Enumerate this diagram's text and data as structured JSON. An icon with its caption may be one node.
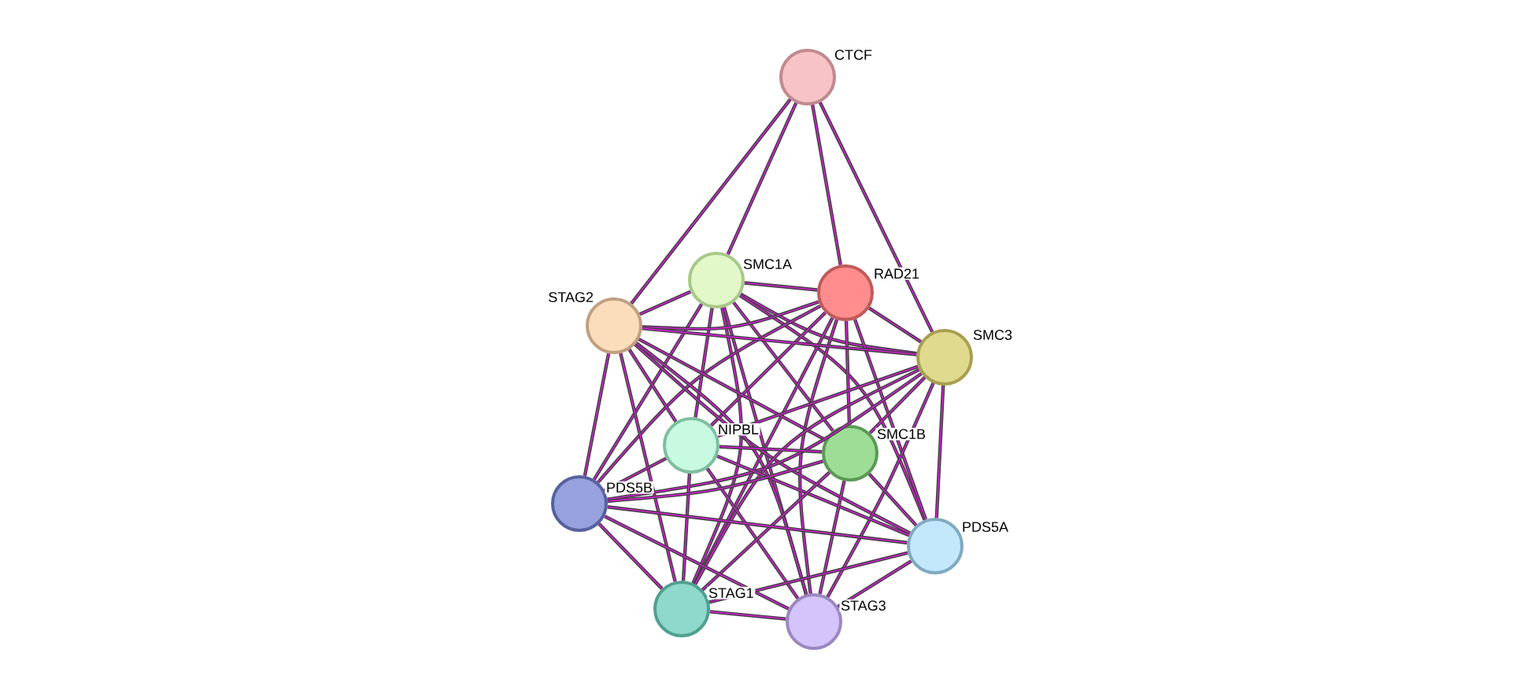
{
  "diagram": {
    "nodes": [
      {
        "text": [
          "CTCF"
        ]
      },
      {
        "text": [
          "SMC1A"
        ]
      },
      {
        "text": [
          "RAD21"
        ]
      },
      {
        "text": [
          "STAG2"
        ]
      },
      {
        "text": [
          "SMC3"
        ]
      },
      {
        "text": [
          "NIPBL"
        ]
      },
      {
        "text": [
          "SMC1B"
        ]
      },
      {
        "text": [
          "PDS5B"
        ]
      },
      {
        "text": [
          "PDS5A"
        ]
      },
      {
        "text": [
          "STAG1"
        ]
      },
      {
        "text": [
          "STAG3"
        ]
      }
    ],
    "edges": [
      {
        "from": 0,
        "to": 3,
        "arrow": "none"
      },
      {
        "from": 0,
        "to": 1,
        "arrow": "none"
      },
      {
        "from": 0,
        "to": 2,
        "arrow": "none"
      },
      {
        "from": 0,
        "to": 4,
        "arrow": "none"
      },
      {
        "from": 1,
        "to": 2,
        "arrow": "none"
      },
      {
        "from": 1,
        "to": 3,
        "arrow": "none"
      },
      {
        "from": 1,
        "to": 4,
        "arrow": "none"
      },
      {
        "from": 1,
        "to": 5,
        "arrow": "none"
      },
      {
        "from": 1,
        "to": 6,
        "arrow": "none"
      },
      {
        "from": 1,
        "to": 7,
        "arrow": "none"
      },
      {
        "from": 1,
        "to": 8,
        "arrow": "none"
      },
      {
        "from": 1,
        "to": 9,
        "arrow": "none"
      },
      {
        "from": 1,
        "to": 10,
        "arrow": "none"
      },
      {
        "from": 2,
        "to": 3,
        "arrow": "none"
      },
      {
        "from": 2,
        "to": 4,
        "arrow": "none"
      },
      {
        "from": 2,
        "to": 5,
        "arrow": "none"
      },
      {
        "from": 2,
        "to": 6,
        "arrow": "none"
      },
      {
        "from": 2,
        "to": 7,
        "arrow": "none"
      },
      {
        "from": 2,
        "to": 8,
        "arrow": "none"
      },
      {
        "from": 2,
        "to": 9,
        "arrow": "none"
      },
      {
        "from": 2,
        "to": 10,
        "arrow": "none"
      },
      {
        "from": 3,
        "to": 4,
        "arrow": "none"
      },
      {
        "from": 3,
        "to": 5,
        "arrow": "none"
      },
      {
        "from": 3,
        "to": 6,
        "arrow": "none"
      },
      {
        "from": 3,
        "to": 7,
        "arrow": "none"
      },
      {
        "from": 3,
        "to": 8,
        "arrow": "none"
      },
      {
        "from": 3,
        "to": 9,
        "arrow": "none"
      },
      {
        "from": 3,
        "to": 10,
        "arrow": "none"
      },
      {
        "from": 4,
        "to": 5,
        "arrow": "none"
      },
      {
        "from": 4,
        "to": 6,
        "arrow": "none"
      },
      {
        "from": 4,
        "to": 7,
        "arrow": "none"
      },
      {
        "from": 4,
        "to": 8,
        "arrow": "none"
      },
      {
        "from": 4,
        "to": 9,
        "arrow": "none"
      },
      {
        "from": 4,
        "to": 10,
        "arrow": "none"
      },
      {
        "from": 5,
        "to": 6,
        "arrow": "none"
      },
      {
        "from": 5,
        "to": 7,
        "arrow": "none"
      },
      {
        "from": 5,
        "to": 8,
        "arrow": "none"
      },
      {
        "from": 5,
        "to": 9,
        "arrow": "none"
      },
      {
        "from": 5,
        "to": 10,
        "arrow": "none"
      },
      {
        "from": 6,
        "to": 7,
        "arrow": "none"
      },
      {
        "from": 6,
        "to": 8,
        "arrow": "none"
      },
      {
        "from": 6,
        "to": 9,
        "arrow": "none"
      },
      {
        "from": 6,
        "to": 10,
        "arrow": "none"
      },
      {
        "from": 7,
        "to": 8,
        "arrow": "none"
      },
      {
        "from": 7,
        "to": 9,
        "arrow": "none"
      },
      {
        "from": 7,
        "to": 10,
        "arrow": "none"
      },
      {
        "from": 8,
        "to": 9,
        "arrow": "none"
      },
      {
        "from": 8,
        "to": 10,
        "arrow": "none"
      },
      {
        "from": 9,
        "to": 10,
        "arrow": "none"
      }
    ]
  }
}
